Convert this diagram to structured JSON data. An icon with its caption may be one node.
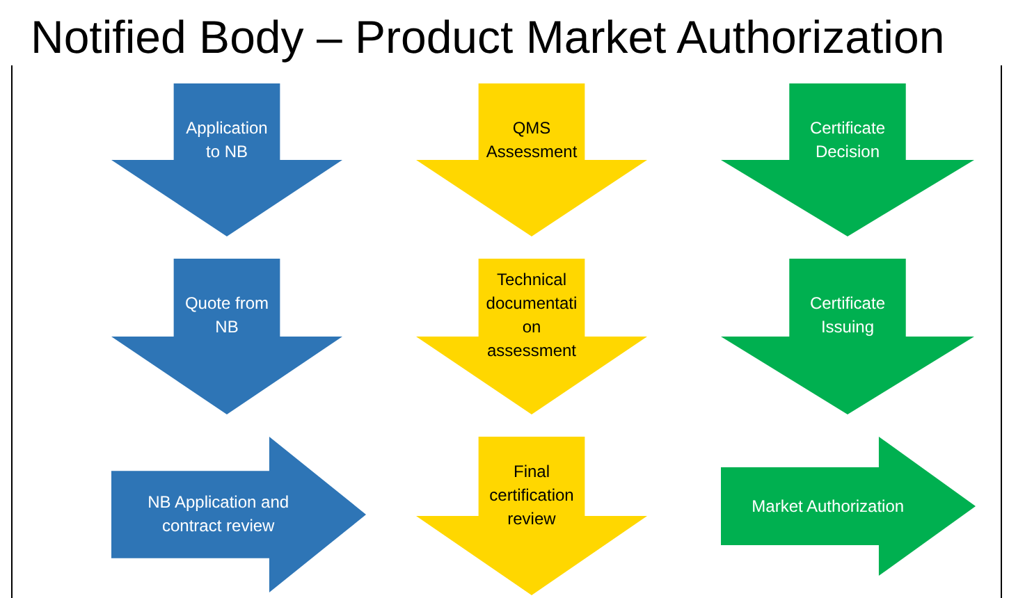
{
  "diagram": {
    "title": "Notified Body – Product Market Authorization",
    "nodes": [
      {
        "text": [
          "Application to NB"
        ]
      },
      {
        "text": [
          "QMS Assessment"
        ]
      },
      {
        "text": [
          "Certificate Decision"
        ]
      },
      {
        "text": [
          "Quote from NB"
        ]
      },
      {
        "text": [
          "Technical documentation assessment"
        ]
      },
      {
        "text": [
          "Certificate Issuing"
        ]
      },
      {
        "text": [
          "NB Application and contract review"
        ]
      },
      {
        "text": [
          "Final certification review"
        ]
      },
      {
        "text": [
          "Market Authorization"
        ]
      }
    ]
  }
}
